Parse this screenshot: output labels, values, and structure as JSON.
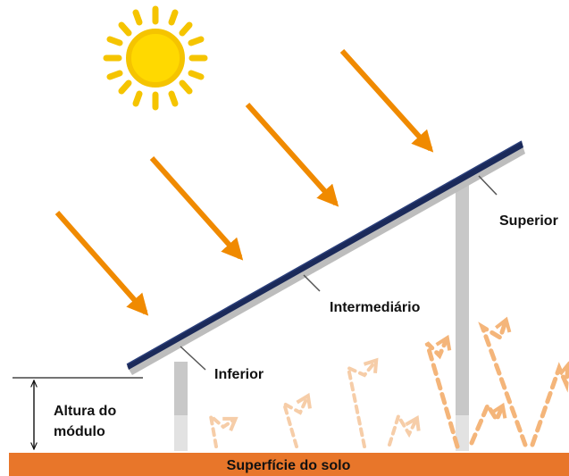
{
  "labels": {
    "superior": "Superior",
    "intermediario": "Intermediário",
    "inferior": "Inferior",
    "altura_line1": "Altura do",
    "altura_line2": "módulo",
    "ground": "Superfície do solo"
  },
  "icons": {
    "sun": "sun-icon",
    "incident_light": "arrow-down-right-icon",
    "reflected_light": "dashed-arrow-icon",
    "height_marker": "double-arrow-icon"
  },
  "colors": {
    "sun": "#F5C400",
    "sun_core": "#FFD900",
    "incident_arrow": "#F08A00",
    "reflected_arrow": "#F4B57A",
    "panel_top": "#1B2A5A",
    "panel_frame": "#BFBFBF",
    "post": "#C9C9C9",
    "ground": "#E8762A"
  }
}
